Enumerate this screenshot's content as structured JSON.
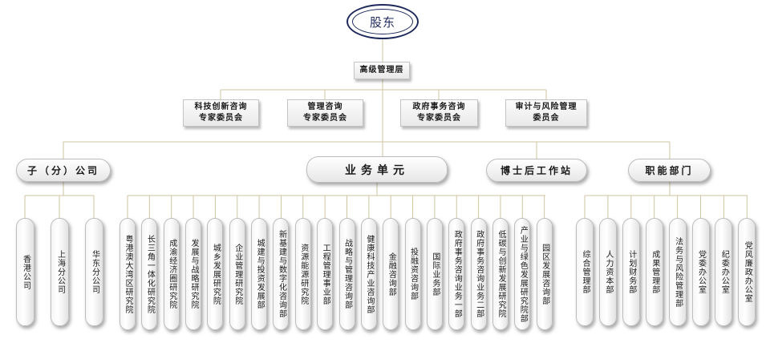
{
  "root": "股东",
  "management": "高级管理层",
  "committees": [
    {
      "line1": "科技创新咨询",
      "line2": "专家委员会"
    },
    {
      "line1": "管理咨询",
      "line2": "专家委员会"
    },
    {
      "line1": "政府事务咨询",
      "line2": "专家委员会"
    },
    {
      "line1": "审计与风险管理",
      "line2": "委员会"
    }
  ],
  "groups": {
    "subsidiaries": "子（分）公司",
    "business": "业务单元",
    "postdoc": "博士后工作站",
    "functional": "职能部门"
  },
  "subsidiaries": [
    "香港公司",
    "上海分公司",
    "华东分公司"
  ],
  "business_units": [
    "粤港澳大湾区研究院",
    "长三角一体化研究院",
    "成渝经济圈研究院",
    "发展与战略研究院",
    "城乡发展研究院",
    "企业管理研究院",
    "城建与投资发展部",
    "新基建与数字化咨询部",
    "资源能源研究院",
    "工程管理事业部",
    "战略与管理咨询部",
    "健康科技产业咨询部",
    "金融咨询部",
    "投融资咨询部",
    "国际业务部",
    "政府事务咨询业务一部",
    "政府事务咨询业务二部",
    "低碳与创新发展研究院",
    "产业与绿色发展研究院部",
    "园区发展咨询部"
  ],
  "functional_departments": [
    "综合管理部",
    "人力资本部",
    "计划财务部",
    "成果管理部",
    "法务与风险管理部",
    "党委办公室",
    "纪委办公室",
    "党风廉政办公室"
  ]
}
